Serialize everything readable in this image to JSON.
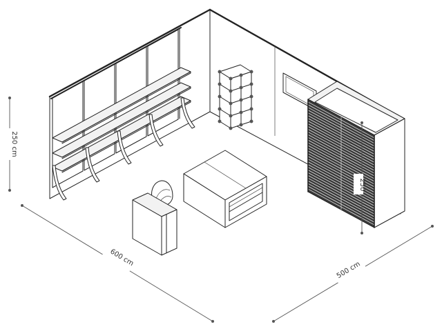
{
  "dimensions": {
    "height_label": "250 cm",
    "length_label": "600 cm",
    "depth_label": "500 cm",
    "wardrobe_height_label": "250"
  }
}
